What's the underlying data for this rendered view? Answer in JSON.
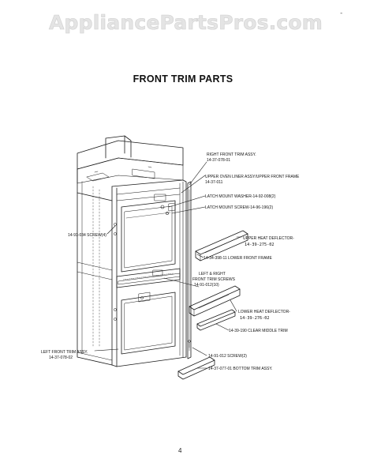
{
  "watermark": "AppliancePartsPros.com",
  "corner_mark": "-",
  "title": "FRONT TRIM PARTS",
  "page_number": "4",
  "labels": {
    "right_front_trim_name": "RIGHT FRONT TRIM ASSY.",
    "right_front_trim_part": "14-37-078-01",
    "upper_liner_name": "UPPER OVEN LINER ASSY/UPPER FRONT FRAME",
    "upper_liner_part": "14-37-011",
    "latch_washer": "LATCH MOUNT WASHER-14-92-008(2)",
    "latch_screw": "LATCH MOUNT SCREW-14-96-196(2)",
    "side_screw": "14-91-034 SCREW(4)",
    "upper_heat_deflector_name": "UPPER HEAT DEFLECTOR-",
    "upper_heat_deflector_part": "14-39-275-02",
    "lower_front_frame": "14-34-398-11 LOWER FRONT FRAME",
    "trim_screws_line1": "LEFT & RIGHT",
    "trim_screws_line2": "FRONT TRIM SCREWS",
    "trim_screws_line3": "14-91-012(10)",
    "lower_heat_deflector_name": "LOWER HEAT DEFLECTOR-",
    "lower_heat_deflector_part": "14-39-276-02",
    "clear_middle_trim": "14-39-190 CLEAR MIDDLE TRIM",
    "left_front_trim_name": "LEFT FRONT TRIM ASSY.",
    "left_front_trim_part": "14-37-078-02",
    "bottom_screw": "14-91-012 SCREW(2)",
    "bottom_trim": "14-37-077-01 BOTTOM TRIM ASSY."
  }
}
